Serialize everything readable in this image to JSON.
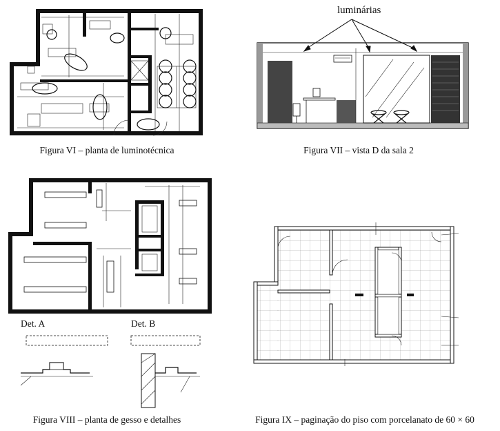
{
  "figures": {
    "fig6": {
      "caption": "Figura VI – planta de luminotécnica"
    },
    "fig7": {
      "caption": "Figura VII – vista D da sala 2",
      "callout": "luminárias"
    },
    "fig8": {
      "caption": "Figura VIII – planta de gesso e detalhes",
      "detail_a": "Det. A",
      "detail_b": "Det. B"
    },
    "fig9": {
      "caption": "Figura IX – paginação do piso com porcelanato de 60 × 60"
    }
  }
}
